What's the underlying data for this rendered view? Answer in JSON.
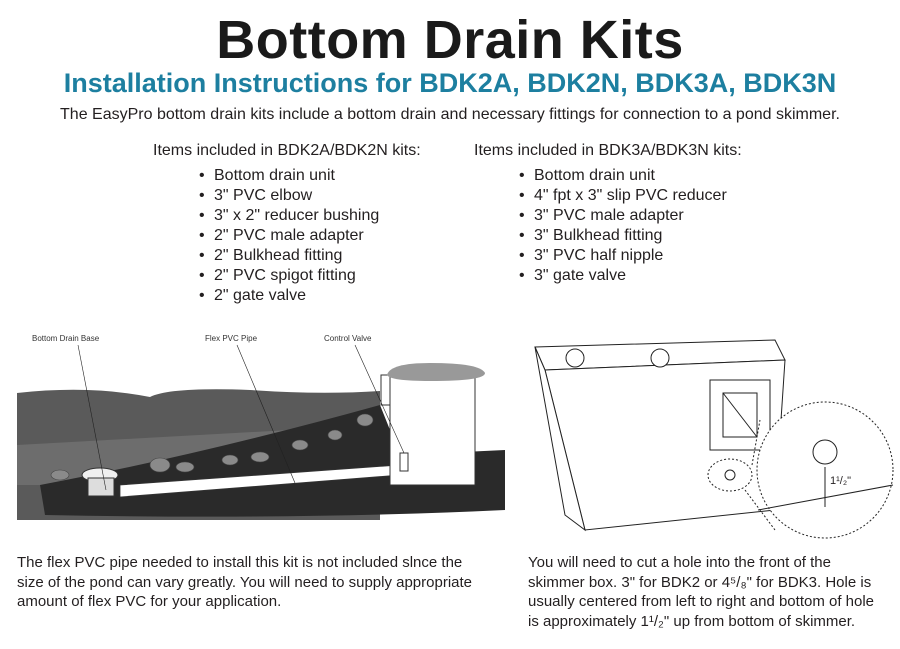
{
  "title": "Bottom Drain Kits",
  "subtitle": "Installation Instructions for BDK2A, BDK2N, BDK3A, BDK3N",
  "intro": "The EasyPro bottom drain kits include a bottom drain and necessary fittings for connection to a pond skimmer.",
  "kits": [
    {
      "heading": "Items included in BDK2A/BDK2N kits:",
      "items": [
        "Bottom drain unit",
        "3\" PVC elbow",
        "3\" x 2\" reducer bushing",
        "2\" PVC male adapter",
        "2\" Bulkhead fitting",
        "2\" PVC spigot fitting",
        "2\" gate valve"
      ]
    },
    {
      "heading": "Items included in BDK3A/BDK3N kits:",
      "items": [
        "Bottom drain unit",
        "4\" fpt x 3\" slip PVC reducer",
        "3\" PVC male adapter",
        "3\" Bulkhead fitting",
        "3\" PVC half nipple",
        "3\" gate valve"
      ]
    }
  ],
  "diagram_left": {
    "labels": [
      "Bottom Drain Base",
      "Flex PVC Pipe",
      "Control Valve"
    ],
    "caption": "The flex PVC pipe needed to install this kit is not included slnce the size of the pond can vary greatly. You will need to supply appropriate amount of flex PVC for your application."
  },
  "diagram_right": {
    "dimension_label": "1¹/₂\"",
    "caption": "You will need to cut a hole into the front of the skimmer box. 3\" for BDK2 or 4⁵/₈\" for BDK3. Hole is usually centered from left to right and bottom of hole is approximately 1¹/₂\" up from bottom of skimmer."
  },
  "colors": {
    "subtitle": "#1d7fa0",
    "text": "#231f20"
  }
}
